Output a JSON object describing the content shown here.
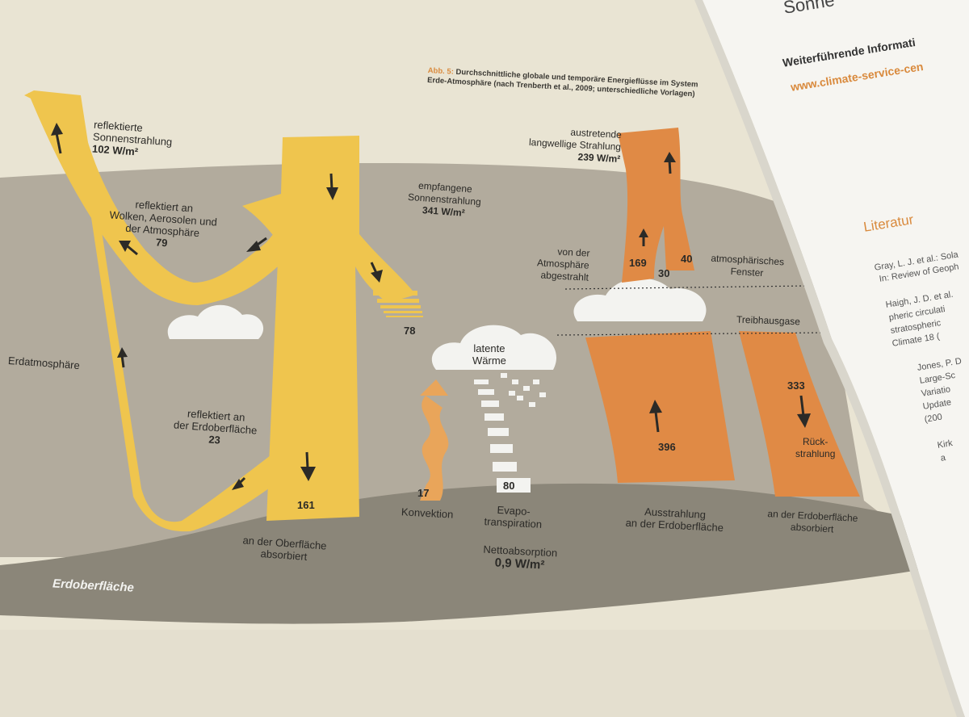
{
  "figure": {
    "caption_label": "Abb. 5:",
    "caption_text": "Durchschnittliche globale und temporäre Energieflüsse im System Erde-Atmosphäre (nach Trenberth et al., 2009; unterschiedliche Vorlagen)",
    "labels": {
      "reflected_sun": "reflektierte",
      "reflected_sun_2": "Sonnenstrahlung",
      "reflected_sun_value": "102 W/m²",
      "received_sun": "empfangene",
      "received_sun_2": "Sonnenstrahlung",
      "received_sun_value": "341 W/m²",
      "reflected_clouds_1": "reflektiert an",
      "reflected_clouds_2": "Wolken, Aerosolen und",
      "reflected_clouds_3": "der Atmosphäre",
      "reflected_clouds_value": "79",
      "absorbed_atmo_value": "78",
      "atmosphere_label": "Erdatmosphäre",
      "reflected_surface_1": "reflektiert an",
      "reflected_surface_2": "der Erdoberfläche",
      "reflected_surface_value": "23",
      "absorbed_surface_value": "161",
      "absorbed_surface_1": "an der Oberfläche",
      "absorbed_surface_2": "absorbiert",
      "latent_heat_1": "latente",
      "latent_heat_2": "Wärme",
      "convection_value": "17",
      "convection_label": "Konvektion",
      "evapo_value": "80",
      "evapo_1": "Evapo-",
      "evapo_2": "transpiration",
      "net_absorption_1": "Nettoabsorption",
      "net_absorption_2": "0,9 W/m²",
      "surface_label": "Erdoberfläche",
      "outgoing_1": "austretende",
      "outgoing_2": "langwellige Strahlung",
      "outgoing_value": "239 W/m²",
      "emitted_atmo_1": "von der",
      "emitted_atmo_2": "Atmosphäre",
      "emitted_atmo_3": "abgestrahlt",
      "emitted_atmo_value": "169",
      "window_value": "40",
      "window_1": "atmosphärisches",
      "window_2": "Fenster",
      "cloud_value": "30",
      "greenhouse": "Treibhausgase",
      "surface_emission_value": "396",
      "back_radiation_value": "333",
      "back_radiation_1": "Rück-",
      "back_radiation_2": "strahlung",
      "surface_emission_1": "Ausstrahlung",
      "surface_emission_2": "an der Erdoberfläche",
      "back_absorbed_1": "an der Erdoberfläche",
      "back_absorbed_2": "absorbiert"
    }
  },
  "right_page": {
    "top_fragment": "Sonne",
    "further_info": "Weiterführende Informati",
    "url": "www.climate-service-cen",
    "literature_heading": "Literatur",
    "refs": [
      "Gray, L. J. et al.: Sola",
      "In: Review of Geoph",
      "Haigh, J. D. et al.",
      "pheric circulati",
      "stratospheric",
      "Climate 18 (",
      "Jones, P. D",
      "Large-Sc",
      "Variatio",
      "Update",
      "(200",
      "Kirk",
      "a"
    ]
  },
  "colors": {
    "page": "#e9e4d3",
    "atmosphere": "#b2ab9d",
    "ground": "#8b8679",
    "sun_yellow": "#efc54e",
    "longwave_orange": "#e08a45",
    "cloud": "#f3f3f0",
    "accent": "#d98a3d"
  }
}
